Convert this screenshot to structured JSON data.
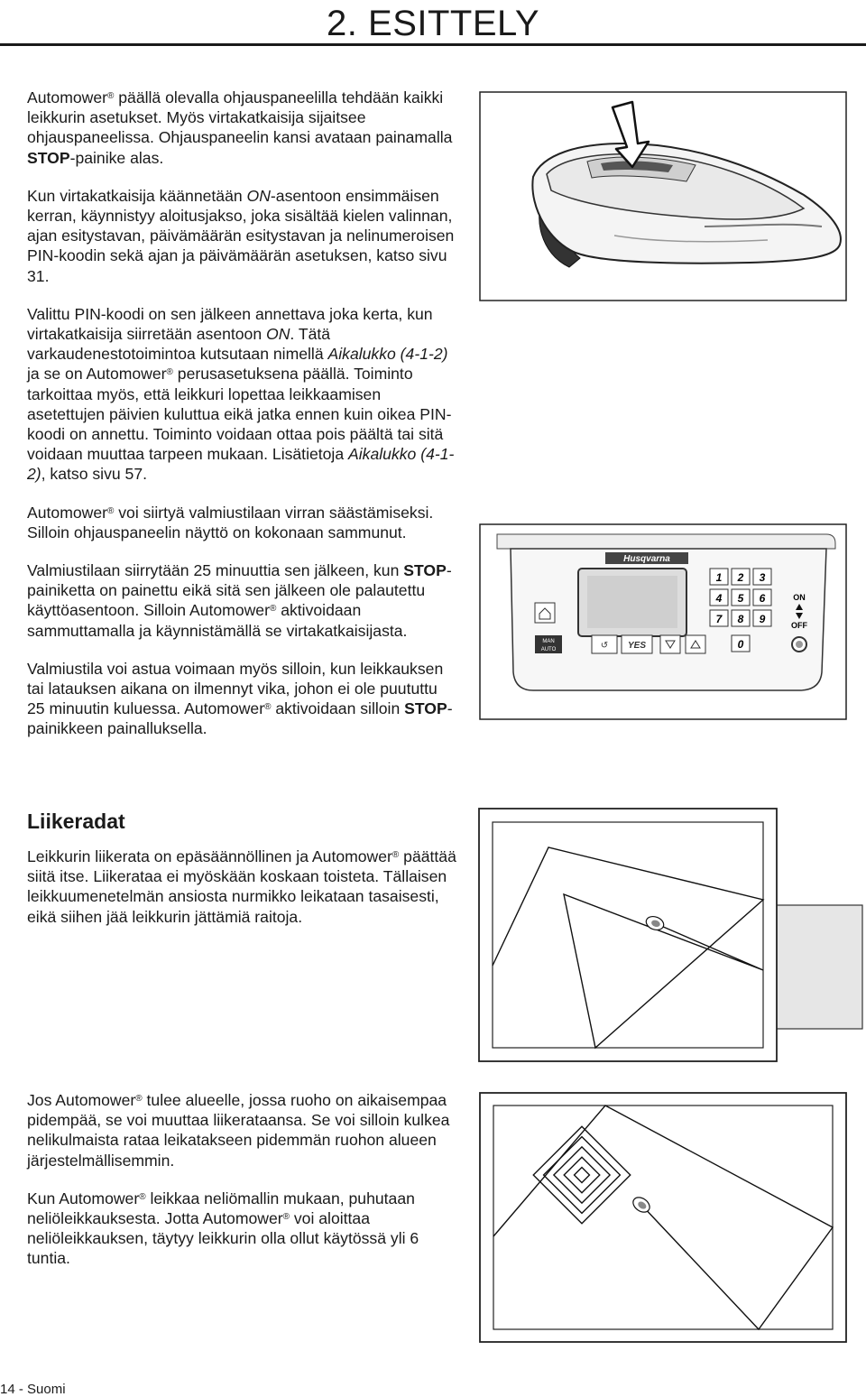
{
  "header": {
    "title": "2. ESITTELY"
  },
  "paragraphs": {
    "p1": {
      "a": "Automower",
      "reg": "®",
      "b": " päällä olevalla ohjauspaneelilla tehdään kaikki leikkurin asetukset. Myös virtakatkaisija sijaitsee ohjauspaneelissa. Ohjauspaneelin kansi avataan painamalla ",
      "stop": "STOP",
      "c": "-painike alas."
    },
    "p2": {
      "a": "Kun virtakatkaisija käännetään ",
      "on": "ON",
      "b": "-asentoon ensimmäisen kerran, käynnistyy aloitusjakso, joka sisältää kielen valinnan, ajan esitystavan, päivämäärän esitystavan ja nelinumeroisen PIN-koodin sekä ajan ja päivämäärän asetuksen, katso sivu 31."
    },
    "p3": {
      "a": "Valittu PIN-koodi on sen jälkeen annettava joka kerta, kun virtakatkaisija siirretään asentoon ",
      "on": "ON",
      "b": ". Tätä varkaudenestotoimintoa kutsutaan nimellä ",
      "aika1": "Aikalukko (4-1-2)",
      "c": " ja se on Automower",
      "reg": "®",
      "d": " perusasetuksena päällä. Toiminto tarkoittaa myös, että leikkuri lopettaa leikkaamisen asetettujen päivien kuluttua eikä jatka ennen kuin oikea PIN-koodi on annettu. Toiminto voidaan ottaa pois päältä tai sitä voidaan muuttaa tarpeen mukaan. Lisätietoja ",
      "aika2": "Aikalukko (4-1-2)",
      "e": ", katso sivu 57."
    },
    "p4": {
      "a": "Automower",
      "reg": "®",
      "b": " voi siirtyä valmiustilaan virran säästämiseksi. Silloin ohjauspaneelin näyttö on kokonaan sammunut."
    },
    "p5": {
      "a": "Valmiustilaan siirrytään 25 minuuttia sen jälkeen, kun ",
      "stop": "STOP",
      "b": "-painiketta on painettu eikä sitä sen jälkeen ole palautettu käyttöasentoon. Silloin Automower",
      "reg": "®",
      "c": " aktivoidaan sammuttamalla ja käynnistämällä se virtakatkaisijasta."
    },
    "p6": {
      "a": "Valmiustila voi astua voimaan myös silloin, kun leikkauksen tai latauksen aikana on ilmennyt vika, johon ei ole puututtu 25 minuutin kuluessa. Automower",
      "reg": "®",
      "b": " aktivoidaan silloin ",
      "stop": "STOP",
      "c": "-painikkeen painalluksella."
    },
    "heading": "Liikeradat",
    "p7": {
      "a": "Leikkurin liikerata on epäsäännöllinen ja Automower",
      "reg": "®",
      "b": " päättää siitä itse. Liikerataa ei myöskään koskaan toisteta. Tällaisen leikkuumenetelmän ansiosta nurmikko leikataan tasaisesti, eikä siihen jää leikkurin jättämiä raitoja."
    },
    "p8": {
      "a": "Jos Automower",
      "reg": "®",
      "b": " tulee alueelle, jossa ruoho on aikaisempaa pidempää, se voi muuttaa liikerataansa. Se voi silloin kulkea nelikulmaista rataa leikatakseen pidemmän ruohon alueen järjestelmällisemmin."
    },
    "p9": {
      "a": "Kun Automower",
      "reg": "®",
      "b": " leikkaa neliömallin mukaan, puhutaan neliöleikkauksesta. Jotta Automower",
      "reg2": "®",
      "c": " voi aloittaa neliöleikkauksen, täytyy leikkurin olla ollut käytössä yli 6 tuntia."
    }
  },
  "control_panel": {
    "brand": "Husqvarna",
    "keys": [
      "1",
      "2",
      "3",
      "4",
      "5",
      "6",
      "7",
      "8",
      "9",
      "0"
    ],
    "yes": "YES",
    "man": "MAN",
    "auto": "AUTO",
    "on": "ON",
    "off": "OFF"
  },
  "footer": {
    "page": "14 - Suomi"
  }
}
